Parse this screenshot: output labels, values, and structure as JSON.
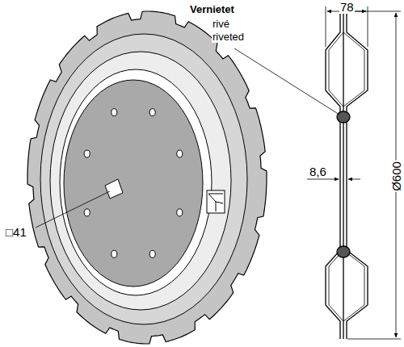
{
  "diagram": {
    "labels": [
      "Vernietet",
      "rivé",
      "riveted",
      "78",
      "8,6",
      "Ø600",
      "□41"
    ]
  }
}
